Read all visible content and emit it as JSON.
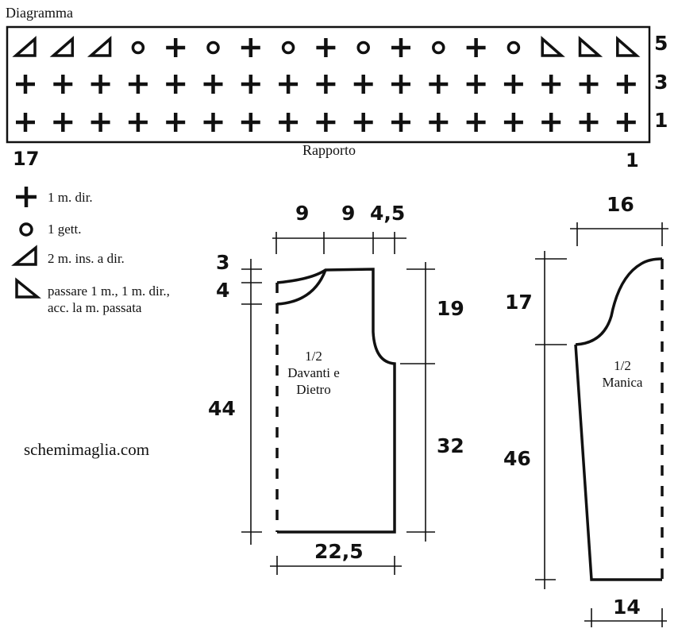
{
  "diagram": {
    "title": "Diagramma",
    "repeat_label": "Rapporto",
    "stitch_count_left": "17",
    "stitch_count_right": "1",
    "row_numbers": [
      "5",
      "3",
      "1"
    ],
    "rows": [
      [
        "k2tog",
        "k2tog",
        "k2tog",
        "yo",
        "k",
        "yo",
        "k",
        "yo",
        "k",
        "yo",
        "k",
        "yo",
        "k",
        "yo",
        "skpo",
        "skpo",
        "skpo"
      ],
      [
        "k",
        "k",
        "k",
        "k",
        "k",
        "k",
        "k",
        "k",
        "k",
        "k",
        "k",
        "k",
        "k",
        "k",
        "k",
        "k",
        "k"
      ],
      [
        "k",
        "k",
        "k",
        "k",
        "k",
        "k",
        "k",
        "k",
        "k",
        "k",
        "k",
        "k",
        "k",
        "k",
        "k",
        "k",
        "k"
      ]
    ]
  },
  "legend": [
    {
      "symbol": "plus-icon",
      "text": "1 m. dir."
    },
    {
      "symbol": "circle-icon",
      "text": "1 gett."
    },
    {
      "symbol": "right-triangle-icon",
      "text": "2 m. ins. a dir."
    },
    {
      "symbol": "left-triangle-icon",
      "text": "passare 1 m., 1 m. dir.,",
      "text2": "acc. la m. passata"
    }
  ],
  "watermark": "schemimaglia.com",
  "body_piece": {
    "label_line1": "1/2",
    "label_line2": "Davanti e",
    "label_line3": "Dietro",
    "top_widths": [
      "9",
      "9",
      "4,5"
    ],
    "neck_depths": [
      "3",
      "4"
    ],
    "total_height": "44",
    "armhole_height": "19",
    "lower_height": "32",
    "bottom_width": "22,5"
  },
  "sleeve_piece": {
    "label_line1": "1/2",
    "label_line2": "Manica",
    "top_width": "16",
    "cap_height": "17",
    "lower_height": "46",
    "bottom_width": "14"
  }
}
